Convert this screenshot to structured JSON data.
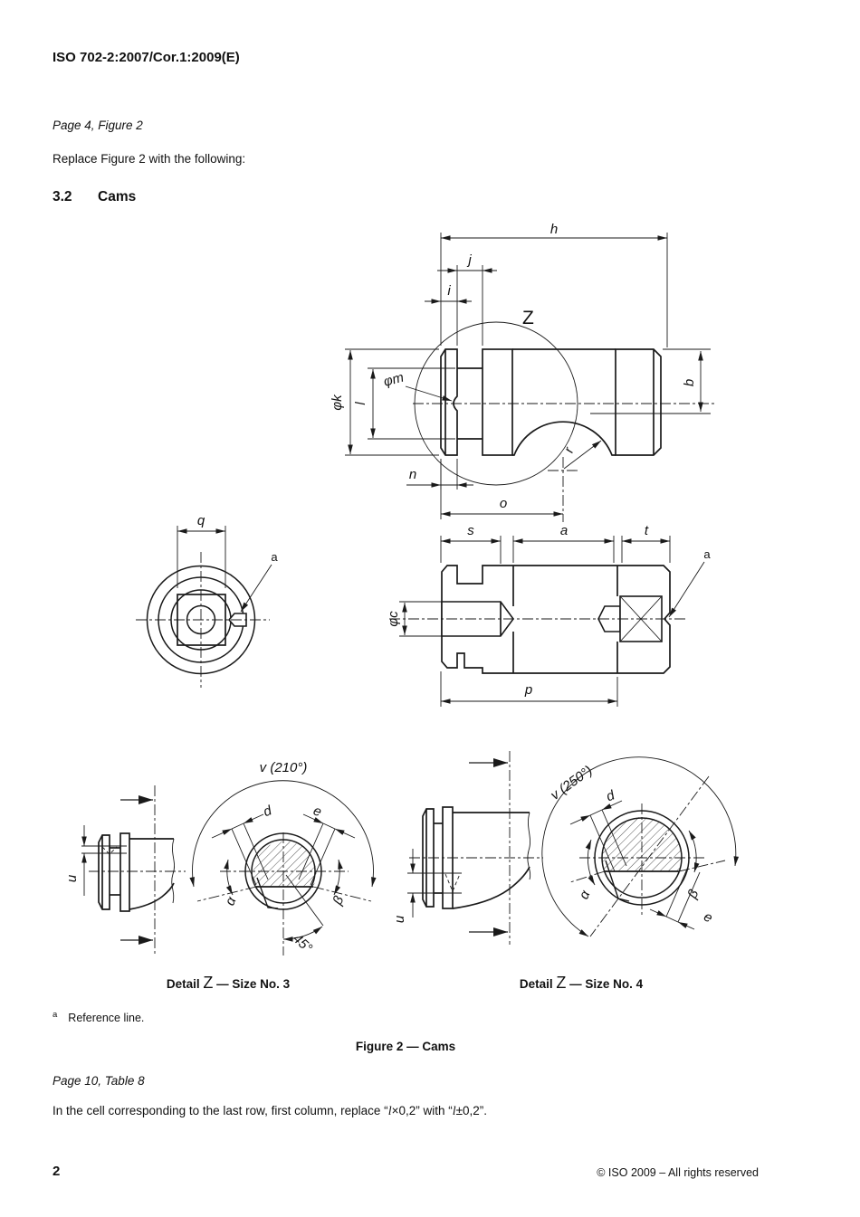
{
  "page": {
    "header": "ISO 702-2:2007/Cor.1:2009(E)",
    "note1": "Page 4, Figure 2",
    "para1": "Replace Figure 2 with the following:",
    "section_no": "3.2",
    "section_title": "Cams",
    "fn_marker": "a",
    "fn_text": "Reference line.",
    "figure_caption": "Figure 2 — Cams",
    "note2": "Page 10, Table 8",
    "para2": {
      "p1": "In the cell corresponding to the last row, first column, replace “",
      "v1": "l",
      "p2": "×0,2” with “",
      "v2": "l",
      "p3": "±0,2”."
    },
    "page_no": "2",
    "copyright": "©  ISO 2009 – All rights reserved"
  },
  "figure": {
    "captions": {
      "detail3": {
        "pre": "Detail ",
        "z": "Z",
        "post": " — Size No. 3"
      },
      "detail4": {
        "pre": "Detail ",
        "z": "Z",
        "post": " — Size No. 4"
      }
    },
    "dims": {
      "h": "h",
      "j": "j",
      "i": "i",
      "z": "Z",
      "phik": "φk",
      "l": "l",
      "phim": "φm",
      "b": "b",
      "r": "r",
      "n": "n",
      "o": "o",
      "q": "q",
      "ref_a1": "a",
      "ref_a2": "a",
      "s": "s",
      "a": "a",
      "t": "t",
      "phic": "φc",
      "p": "p",
      "u3": "u",
      "u4": "u",
      "v210": "v (210°)",
      "v250": "v (250°)",
      "d3": "d",
      "e3": "e",
      "alpha3": "α",
      "beta3": "β",
      "deg45": "45°",
      "d4": "d",
      "e4": "e",
      "alpha4": "α",
      "beta4": "β"
    }
  }
}
